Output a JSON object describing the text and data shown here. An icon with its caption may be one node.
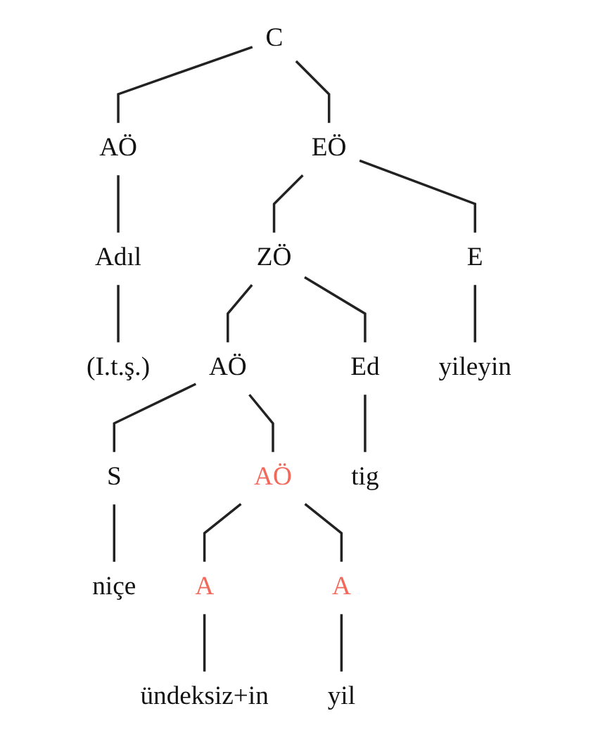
{
  "diagram": {
    "nodes": [
      {
        "text": [
          "C"
        ]
      },
      {
        "text": [
          "AÖ"
        ]
      },
      {
        "text": [
          "EÖ"
        ]
      },
      {
        "text": [
          "Adıl"
        ]
      },
      {
        "text": [
          "ZÖ"
        ]
      },
      {
        "text": [
          "E"
        ]
      },
      {
        "text": [
          "(I.t.ş.)"
        ]
      },
      {
        "text": [
          "AÖ"
        ]
      },
      {
        "text": [
          "Ed"
        ]
      },
      {
        "text": [
          "yileyin"
        ]
      },
      {
        "text": [
          "S"
        ]
      },
      {
        "text": [
          "AÖ"
        ]
      },
      {
        "text": [
          "tig"
        ]
      },
      {
        "text": [
          "niçe"
        ]
      },
      {
        "text": [
          "A"
        ]
      },
      {
        "text": [
          "A"
        ]
      },
      {
        "text": [
          "ündeksiz+in"
        ]
      },
      {
        "text": [
          "yil"
        ]
      }
    ],
    "edges": [
      {
        "from": 0,
        "to": 1,
        "arrow": "none"
      },
      {
        "from": 0,
        "to": 2,
        "arrow": "none"
      },
      {
        "from": 1,
        "to": 3,
        "arrow": "none"
      },
      {
        "from": 2,
        "to": 4,
        "arrow": "none"
      },
      {
        "from": 2,
        "to": 5,
        "arrow": "none"
      },
      {
        "from": 3,
        "to": 6,
        "arrow": "none"
      },
      {
        "from": 4,
        "to": 7,
        "arrow": "none"
      },
      {
        "from": 4,
        "to": 8,
        "arrow": "none"
      },
      {
        "from": 5,
        "to": 9,
        "arrow": "none"
      },
      {
        "from": 7,
        "to": 10,
        "arrow": "none"
      },
      {
        "from": 7,
        "to": 11,
        "arrow": "none"
      },
      {
        "from": 8,
        "to": 12,
        "arrow": "none"
      },
      {
        "from": 10,
        "to": 13,
        "arrow": "none"
      },
      {
        "from": 11,
        "to": 14,
        "arrow": "none"
      },
      {
        "from": 11,
        "to": 15,
        "arrow": "none"
      },
      {
        "from": 14,
        "to": 16,
        "arrow": "none"
      },
      {
        "from": 15,
        "to": 17,
        "arrow": "none"
      }
    ]
  }
}
